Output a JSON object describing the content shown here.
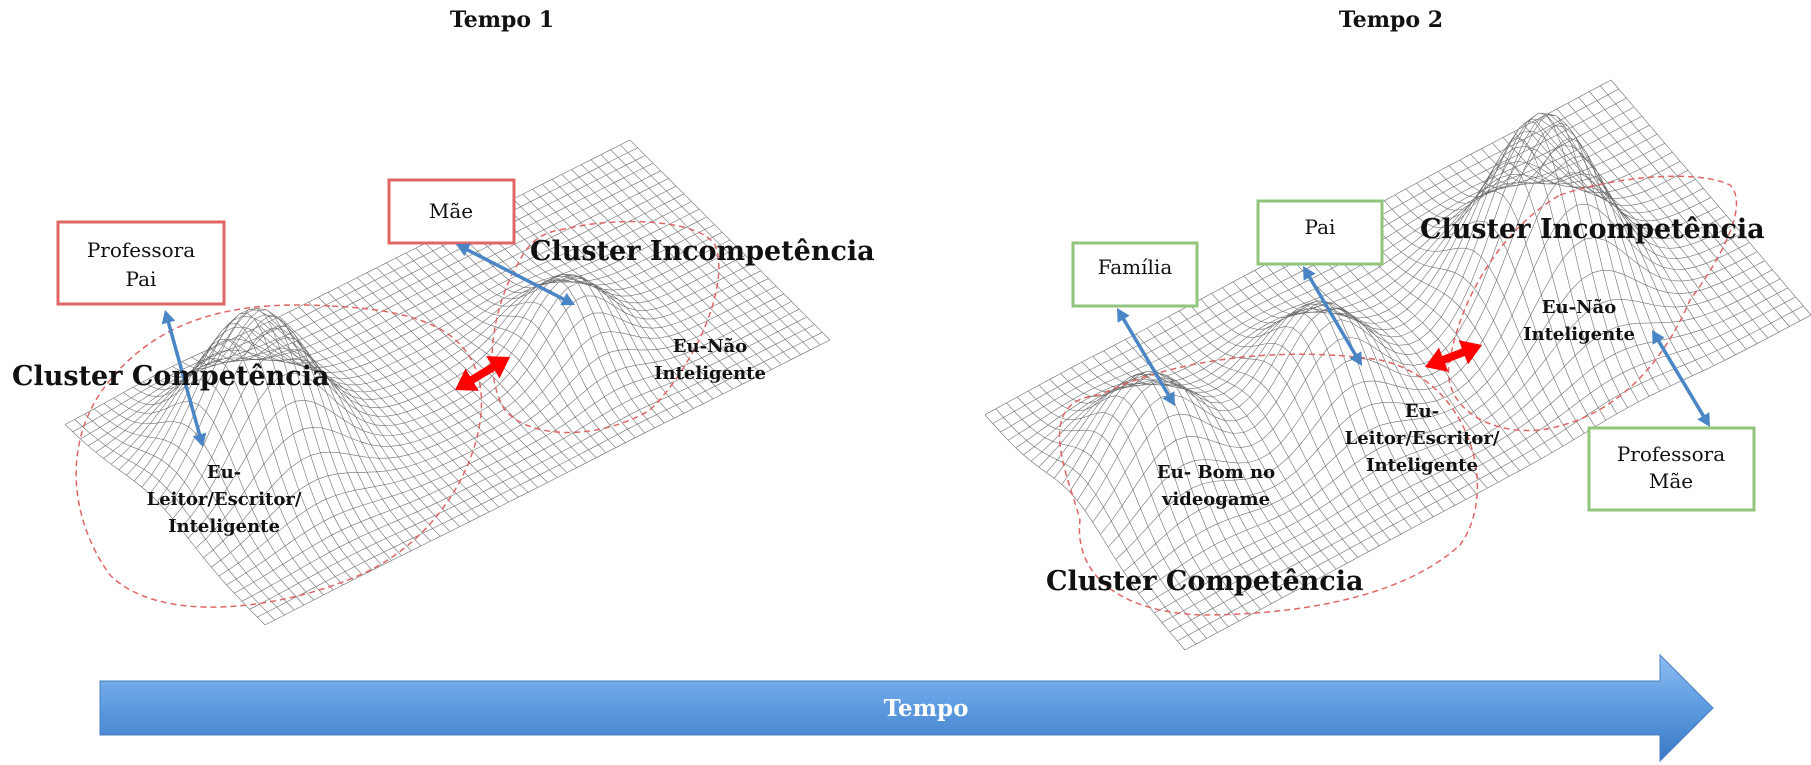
{
  "colors": {
    "box_red": "#e06666",
    "box_green": "#93c47d",
    "link_arrow": "#4a86c5",
    "double_arrow_red": "#ff0000",
    "cluster_outline": "#e06666",
    "timeline_arrow": "#5c9ae0"
  },
  "panels": {
    "t1": {
      "title": "Tempo 1",
      "cluster_competence": "Cluster Competência",
      "cluster_incompetence": "Cluster Incompetência",
      "box_teacher_father": {
        "line1": "Professora",
        "line2": "Pai"
      },
      "box_mother": "Mãe",
      "peak_reader": {
        "line1": "Eu-",
        "line2": "Leitor/Escritor/",
        "line3": "Inteligente"
      },
      "peak_not_intelligent": {
        "line1": "Eu-Não",
        "line2": "Inteligente"
      }
    },
    "t2": {
      "title": "Tempo 2",
      "cluster_competence": "Cluster Competência",
      "cluster_incompetence": "Cluster Incompetência",
      "box_family": "Família",
      "box_father": "Pai",
      "box_teacher_mother": {
        "line1": "Professora",
        "line2": "Mãe"
      },
      "peak_videogame": {
        "line1": "Eu- Bom no",
        "line2": "videogame"
      },
      "peak_reader": {
        "line1": "Eu-",
        "line2": "Leitor/Escritor/",
        "line3": "Inteligente"
      },
      "peak_not_intelligent": {
        "line1": "Eu-Não",
        "line2": "Inteligente"
      }
    }
  },
  "timeline": {
    "label": "Tempo"
  }
}
